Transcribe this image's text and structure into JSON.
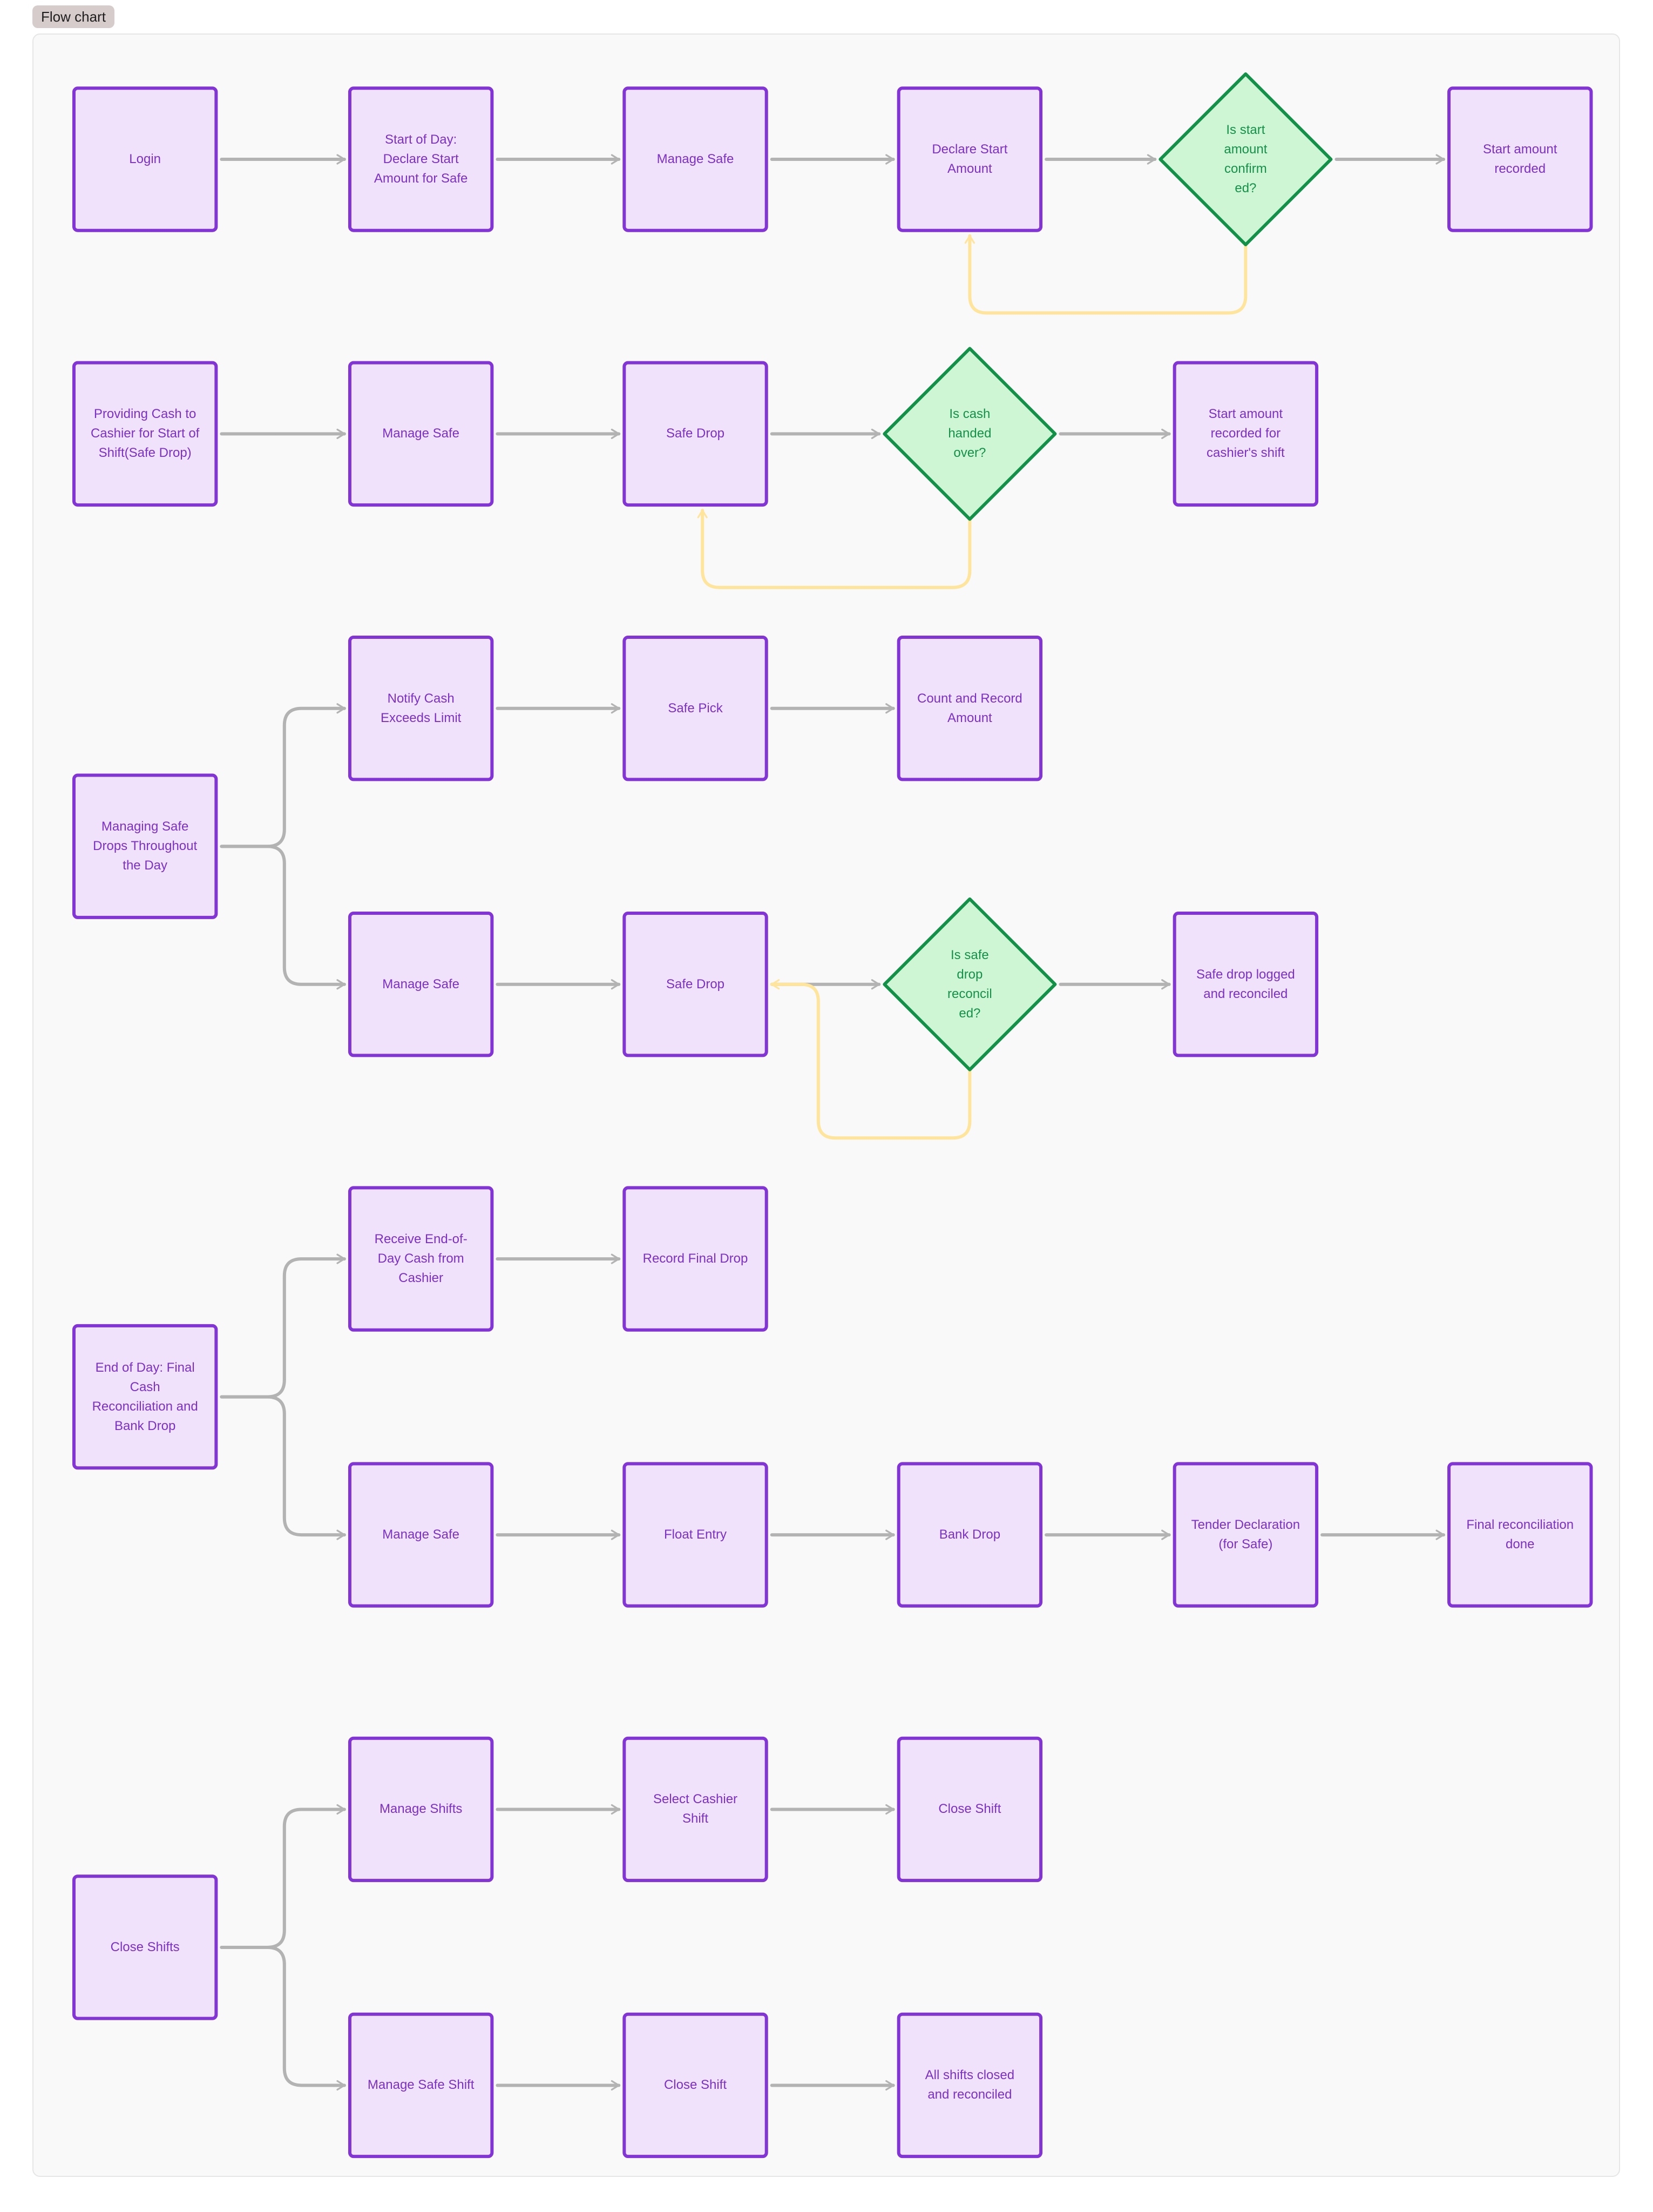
{
  "tag": {
    "label": "Flow chart"
  },
  "colors": {
    "canvas_bg": "#f9f9f9",
    "process_fill": "#f1e2fc",
    "process_stroke": "#8234d6",
    "process_text": "#7b30c9",
    "decision_fill": "#cff6d4",
    "decision_stroke": "#149148",
    "decision_text": "#149148",
    "edge": "#b3b3b3",
    "loop_edge": "#ffe49c"
  },
  "nodes": [
    {
      "id": "login",
      "kind": "process",
      "text": "Login"
    },
    {
      "id": "start_of_day",
      "kind": "process",
      "text": "Start of Day:\nDeclare Start\nAmount for Safe"
    },
    {
      "id": "manage_safe_1",
      "kind": "process",
      "text": "Manage Safe"
    },
    {
      "id": "declare_start",
      "kind": "process",
      "text": "Declare Start\nAmount"
    },
    {
      "id": "confirm_start",
      "kind": "decision",
      "text": "Is start\namount\nconfirm\ned?"
    },
    {
      "id": "start_recorded",
      "kind": "process",
      "text": "Start amount\nrecorded"
    },
    {
      "id": "providing_cash",
      "kind": "process",
      "text": "Providing Cash to\nCashier for Start of\nShift(Safe Drop)"
    },
    {
      "id": "manage_safe_2",
      "kind": "process",
      "text": "Manage Safe"
    },
    {
      "id": "safe_drop_1",
      "kind": "process",
      "text": "Safe Drop"
    },
    {
      "id": "cash_handed",
      "kind": "decision",
      "text": "Is cash\nhanded\nover?"
    },
    {
      "id": "start_recorded_shift",
      "kind": "process",
      "text": "Start amount\nrecorded for\ncashier's shift"
    },
    {
      "id": "managing_drops",
      "kind": "process",
      "text": "Managing Safe\nDrops Throughout\nthe Day"
    },
    {
      "id": "notify_cash",
      "kind": "process",
      "text": "Notify Cash\nExceeds Limit"
    },
    {
      "id": "safe_pick",
      "kind": "process",
      "text": "Safe Pick"
    },
    {
      "id": "count_record",
      "kind": "process",
      "text": "Count and Record\nAmount"
    },
    {
      "id": "manage_safe_3",
      "kind": "process",
      "text": "Manage Safe"
    },
    {
      "id": "safe_drop_2",
      "kind": "process",
      "text": "Safe Drop"
    },
    {
      "id": "drop_reconciled",
      "kind": "decision",
      "text": "Is safe\ndrop\nreconcil\ned?"
    },
    {
      "id": "drop_logged",
      "kind": "process",
      "text": "Safe drop logged\nand reconciled"
    },
    {
      "id": "end_of_day",
      "kind": "process",
      "text": "End of Day: Final\nCash\nReconciliation and\nBank Drop"
    },
    {
      "id": "receive_eod",
      "kind": "process",
      "text": "Receive End-of-\nDay Cash from\nCashier"
    },
    {
      "id": "record_final",
      "kind": "process",
      "text": "Record Final Drop"
    },
    {
      "id": "manage_safe_4",
      "kind": "process",
      "text": "Manage Safe"
    },
    {
      "id": "float_entry",
      "kind": "process",
      "text": "Float Entry"
    },
    {
      "id": "bank_drop",
      "kind": "process",
      "text": "Bank Drop"
    },
    {
      "id": "tender_decl",
      "kind": "process",
      "text": "Tender Declaration\n(for Safe)"
    },
    {
      "id": "final_recon",
      "kind": "process",
      "text": "Final reconciliation\ndone"
    },
    {
      "id": "close_shifts",
      "kind": "process",
      "text": "Close Shifts"
    },
    {
      "id": "manage_shifts",
      "kind": "process",
      "text": "Manage Shifts"
    },
    {
      "id": "select_cashier",
      "kind": "process",
      "text": "Select Cashier\nShift"
    },
    {
      "id": "close_shift_1",
      "kind": "process",
      "text": "Close Shift"
    },
    {
      "id": "manage_safe_shift",
      "kind": "process",
      "text": "Manage Safe Shift"
    },
    {
      "id": "close_shift_2",
      "kind": "process",
      "text": "Close Shift"
    },
    {
      "id": "all_closed",
      "kind": "process",
      "text": "All shifts closed\nand reconciled"
    }
  ],
  "edges": [
    {
      "from": "login",
      "to": "start_of_day",
      "style": "main"
    },
    {
      "from": "start_of_day",
      "to": "manage_safe_1",
      "style": "main"
    },
    {
      "from": "manage_safe_1",
      "to": "declare_start",
      "style": "main"
    },
    {
      "from": "declare_start",
      "to": "confirm_start",
      "style": "main"
    },
    {
      "from": "confirm_start",
      "to": "start_recorded",
      "style": "main"
    },
    {
      "from": "confirm_start",
      "to": "declare_start",
      "style": "loop"
    },
    {
      "from": "providing_cash",
      "to": "manage_safe_2",
      "style": "main"
    },
    {
      "from": "manage_safe_2",
      "to": "safe_drop_1",
      "style": "main"
    },
    {
      "from": "safe_drop_1",
      "to": "cash_handed",
      "style": "main"
    },
    {
      "from": "cash_handed",
      "to": "start_recorded_shift",
      "style": "main"
    },
    {
      "from": "cash_handed",
      "to": "safe_drop_1",
      "style": "loop"
    },
    {
      "from": "managing_drops",
      "to": "notify_cash",
      "style": "main"
    },
    {
      "from": "managing_drops",
      "to": "manage_safe_3",
      "style": "main"
    },
    {
      "from": "notify_cash",
      "to": "safe_pick",
      "style": "main"
    },
    {
      "from": "safe_pick",
      "to": "count_record",
      "style": "main"
    },
    {
      "from": "manage_safe_3",
      "to": "safe_drop_2",
      "style": "main"
    },
    {
      "from": "safe_drop_2",
      "to": "drop_reconciled",
      "style": "main"
    },
    {
      "from": "drop_reconciled",
      "to": "drop_logged",
      "style": "main"
    },
    {
      "from": "drop_reconciled",
      "to": "safe_drop_2",
      "style": "loop"
    },
    {
      "from": "end_of_day",
      "to": "receive_eod",
      "style": "main"
    },
    {
      "from": "end_of_day",
      "to": "manage_safe_4",
      "style": "main"
    },
    {
      "from": "receive_eod",
      "to": "record_final",
      "style": "main"
    },
    {
      "from": "manage_safe_4",
      "to": "float_entry",
      "style": "main"
    },
    {
      "from": "float_entry",
      "to": "bank_drop",
      "style": "main"
    },
    {
      "from": "bank_drop",
      "to": "tender_decl",
      "style": "main"
    },
    {
      "from": "tender_decl",
      "to": "final_recon",
      "style": "main"
    },
    {
      "from": "close_shifts",
      "to": "manage_shifts",
      "style": "main"
    },
    {
      "from": "close_shifts",
      "to": "manage_safe_shift",
      "style": "main"
    },
    {
      "from": "manage_shifts",
      "to": "select_cashier",
      "style": "main"
    },
    {
      "from": "select_cashier",
      "to": "close_shift_1",
      "style": "main"
    },
    {
      "from": "manage_safe_shift",
      "to": "close_shift_2",
      "style": "main"
    },
    {
      "from": "close_shift_2",
      "to": "all_closed",
      "style": "main"
    }
  ]
}
